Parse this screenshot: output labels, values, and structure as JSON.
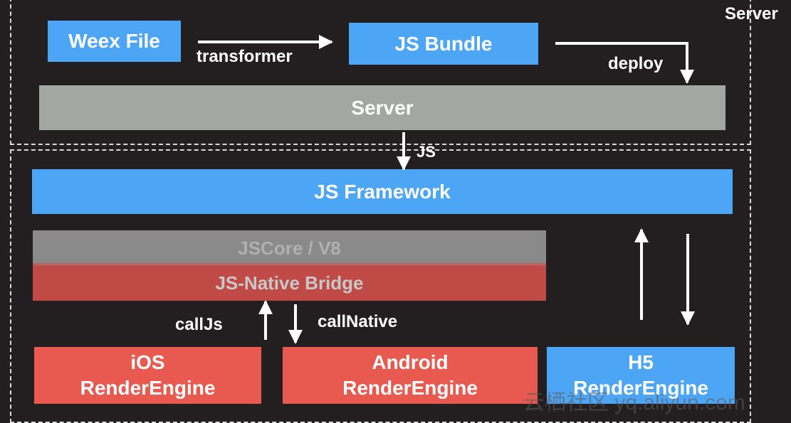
{
  "colors": {
    "background": "#231f20",
    "blue": "#4da6f5",
    "gray": "#a3a7a3",
    "red": "#e85a50",
    "jscore_gray": "#8a8a8a",
    "bridge_red": "#c04a46",
    "dim_text": "#b0b0b0",
    "arrow": "#ffffff"
  },
  "server_region": {
    "label": "Server"
  },
  "nodes": {
    "weex_file": "Weex File",
    "js_bundle": "JS Bundle",
    "server": "Server",
    "js_framework": "JS Framework",
    "jscore": "JSCore / V8",
    "bridge": "JS-Native Bridge",
    "ios": {
      "line1": "iOS",
      "line2": "RenderEngine"
    },
    "android": {
      "line1": "Android",
      "line2": "RenderEngine"
    },
    "h5": {
      "line1": "H5",
      "line2": "RenderEngine"
    }
  },
  "edges": {
    "transformer": "transformer",
    "deploy": "deploy",
    "js": "JS",
    "call_js": "callJs",
    "call_native": "callNative"
  },
  "watermark": "云栖社区 yq.aliyun.com"
}
